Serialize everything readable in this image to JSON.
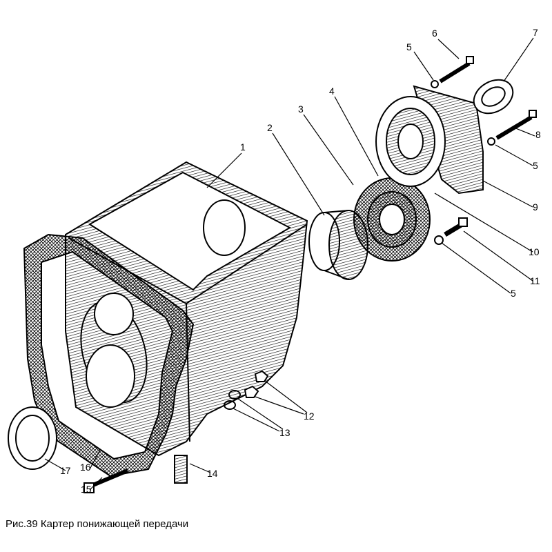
{
  "caption": "Рис.39 Картер понижающей передачи",
  "callouts": [
    "1",
    "2",
    "3",
    "4",
    "5",
    "6",
    "7",
    "8",
    "5",
    "9",
    "10",
    "11",
    "5",
    "12",
    "13",
    "14",
    "15",
    "16",
    "17"
  ],
  "colors": {
    "line": "#000000",
    "background": "#ffffff"
  }
}
